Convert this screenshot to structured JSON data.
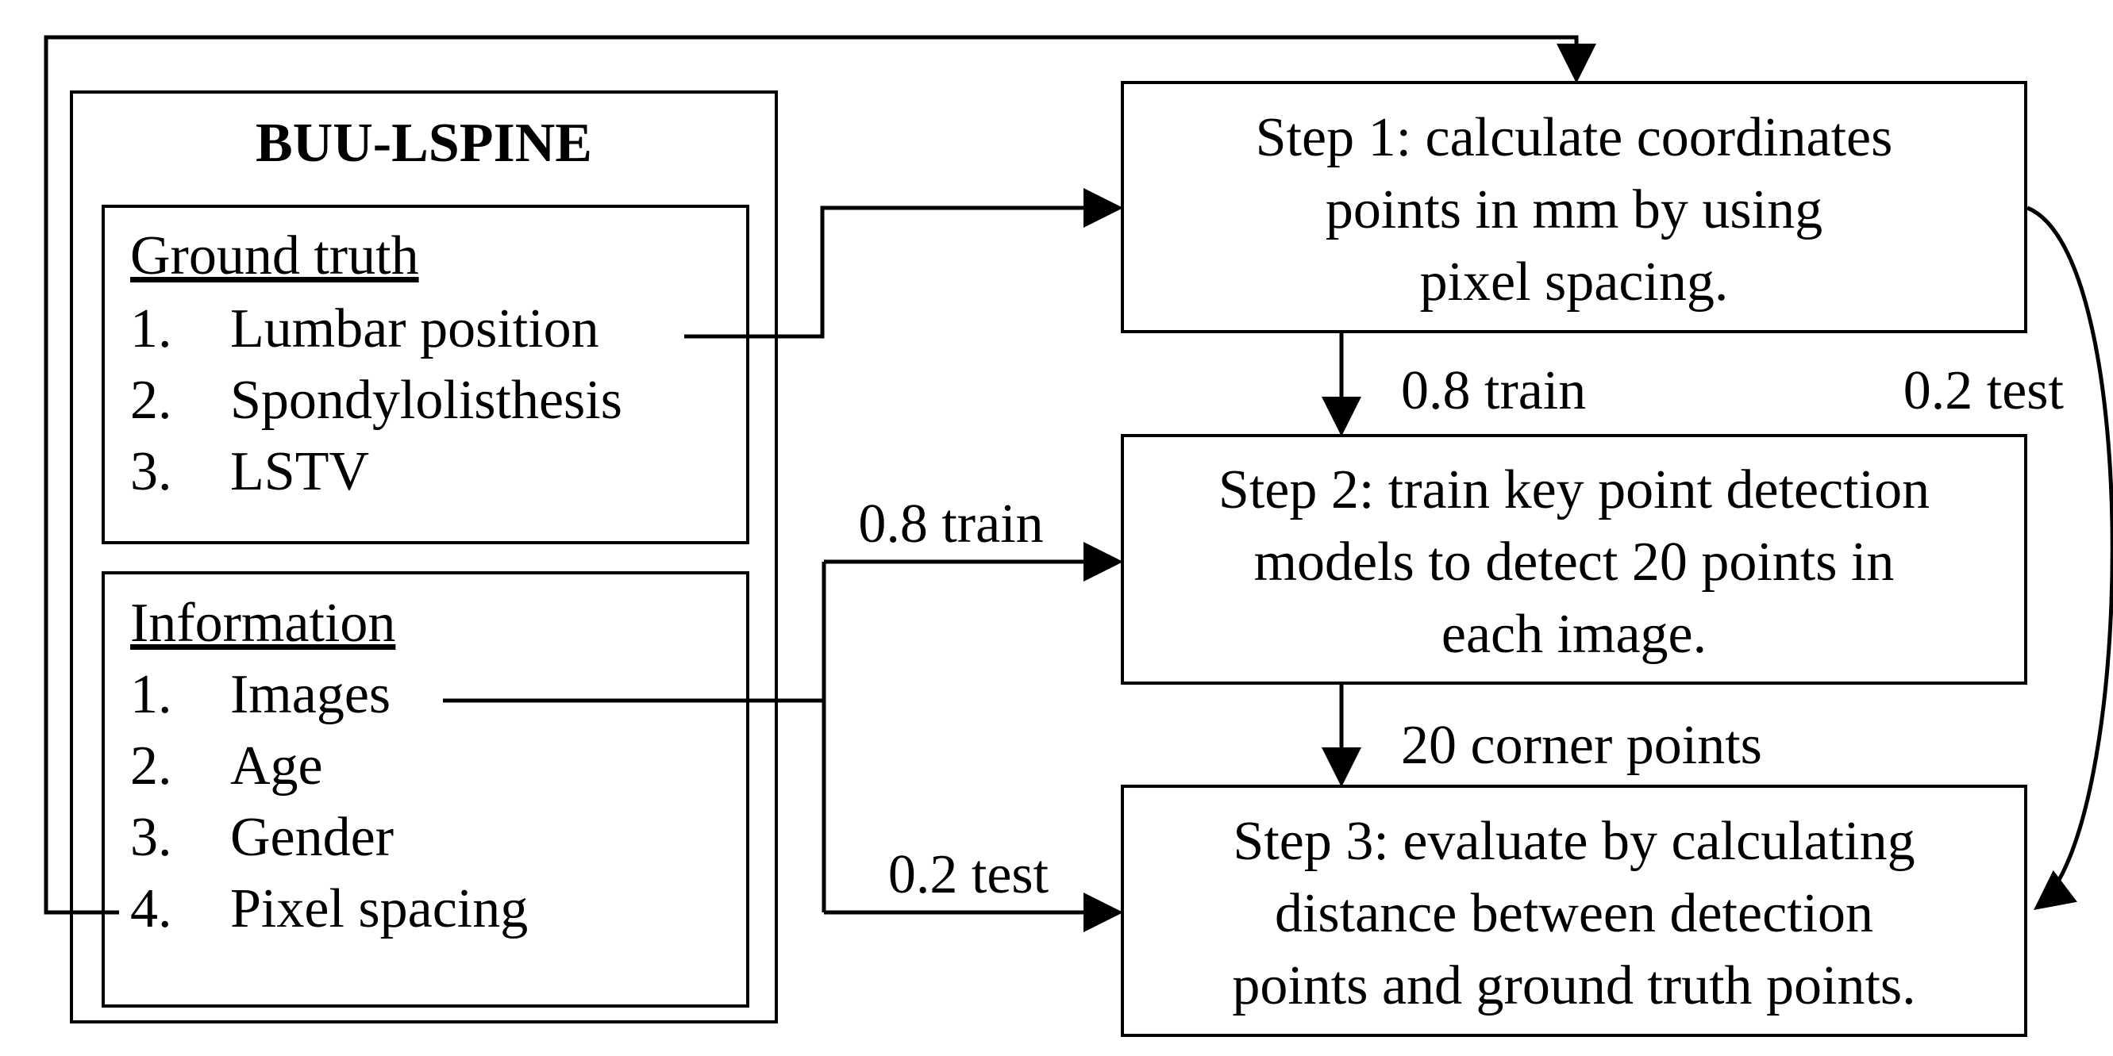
{
  "dataset": {
    "title": "BUU-LSPINE",
    "ground_truth": {
      "heading": "Ground truth",
      "items": [
        {
          "num": "1.",
          "label": "Lumbar position"
        },
        {
          "num": "2.",
          "label": "Spondylolisthesis"
        },
        {
          "num": "3.",
          "label": "LSTV"
        }
      ]
    },
    "information": {
      "heading": "Information",
      "items": [
        {
          "num": "1.",
          "label": "Images"
        },
        {
          "num": "2.",
          "label": "Age"
        },
        {
          "num": "3.",
          "label": "Gender"
        },
        {
          "num": "4.",
          "label": "Pixel spacing"
        }
      ]
    }
  },
  "steps": {
    "step1": [
      "Step 1: calculate coordinates",
      "points in mm by using",
      "pixel spacing."
    ],
    "step2": [
      "Step 2: train key point detection",
      "models to detect 20 points in",
      "each image."
    ],
    "step3": [
      "Step 3: evaluate by calculating",
      "distance between detection",
      "points and ground truth points."
    ]
  },
  "edge_labels": {
    "step1_to_step2": "0.8 train",
    "step1_to_step3": "0.2 test",
    "images_to_step2": "0.8 train",
    "images_to_step3": "0.2 test",
    "step2_to_step3": "20 corner points"
  }
}
